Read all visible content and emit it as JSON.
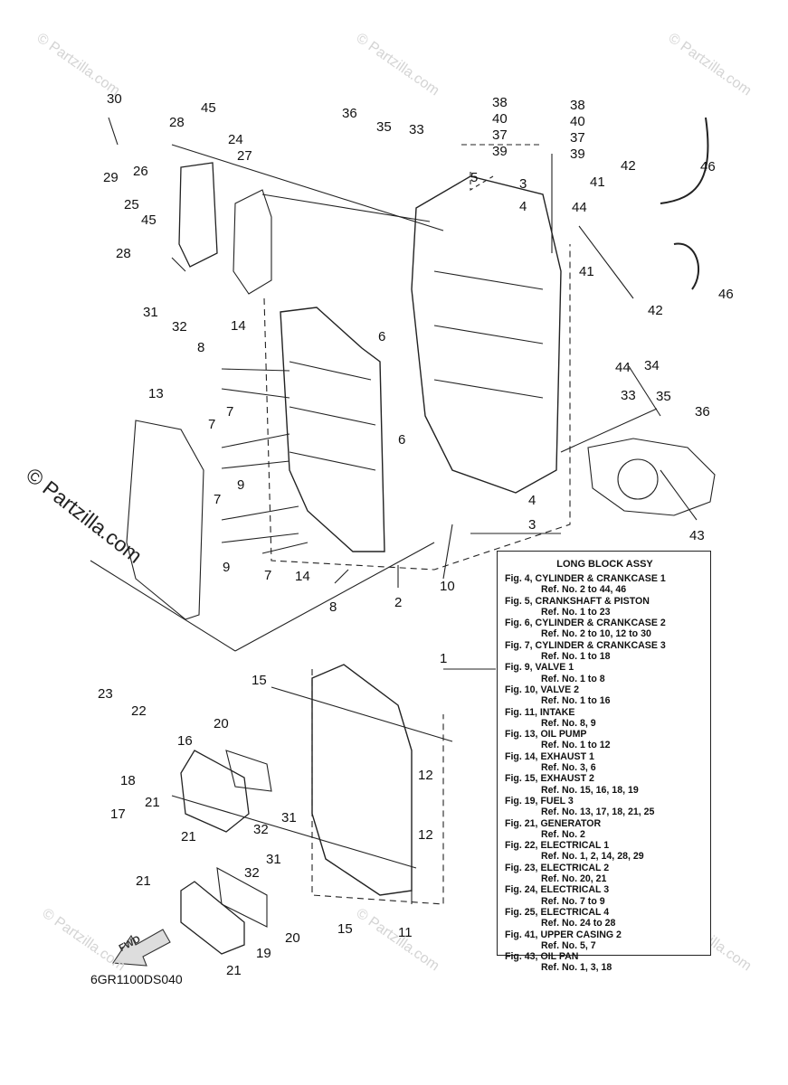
{
  "watermark": "© Partzilla.com",
  "diagram_code": "6GR1100DS040",
  "fwd_label": "FWD",
  "callouts": [
    "30",
    "45",
    "28",
    "24",
    "27",
    "36",
    "35",
    "33",
    "38",
    "40",
    "37",
    "39",
    "38",
    "40",
    "37",
    "39",
    "29",
    "26",
    "25",
    "45",
    "5",
    "3",
    "4",
    "44",
    "42",
    "46",
    "41",
    "28",
    "41",
    "46",
    "42",
    "31",
    "32",
    "14",
    "6",
    "8",
    "34",
    "44",
    "7",
    "33",
    "35",
    "36",
    "13",
    "6",
    "7",
    "9",
    "4",
    "3",
    "43",
    "7",
    "9",
    "7",
    "14",
    "10",
    "8",
    "2",
    "1",
    "15",
    "23",
    "22",
    "20",
    "16",
    "18",
    "17",
    "21",
    "21",
    "12",
    "32",
    "31",
    "12",
    "21",
    "32",
    "31",
    "20",
    "15",
    "11",
    "19",
    "21"
  ],
  "reference_box": {
    "title": "LONG BLOCK ASSY",
    "entries": [
      {
        "fig": "Fig. 4, CYLINDER & CRANKCASE 1",
        "ref": "Ref. No. 2 to 44, 46"
      },
      {
        "fig": "Fig. 5, CRANKSHAFT & PISTON",
        "ref": "Ref. No. 1 to 23"
      },
      {
        "fig": "Fig. 6, CYLINDER & CRANKCASE 2",
        "ref": "Ref. No. 2 to 10, 12 to 30"
      },
      {
        "fig": "Fig. 7, CYLINDER & CRANKCASE 3",
        "ref": "Ref. No. 1 to 18"
      },
      {
        "fig": "Fig. 9, VALVE 1",
        "ref": "Ref. No. 1 to 8"
      },
      {
        "fig": "Fig. 10, VALVE 2",
        "ref": "Ref. No. 1 to 16"
      },
      {
        "fig": "Fig. 11, INTAKE",
        "ref": "Ref. No. 8, 9"
      },
      {
        "fig": "Fig. 13, OIL PUMP",
        "ref": "Ref. No. 1 to 12"
      },
      {
        "fig": "Fig. 14, EXHAUST 1",
        "ref": "Ref. No. 3, 6"
      },
      {
        "fig": "Fig. 15, EXHAUST 2",
        "ref": "Ref. No. 15, 16, 18, 19"
      },
      {
        "fig": "Fig. 19, FUEL 3",
        "ref": "Ref. No. 13, 17, 18, 21, 25"
      },
      {
        "fig": "Fig. 21, GENERATOR",
        "ref": "Ref. No. 2"
      },
      {
        "fig": "Fig. 22, ELECTRICAL 1",
        "ref": "Ref. No. 1, 2, 14, 28, 29"
      },
      {
        "fig": "Fig. 23, ELECTRICAL 2",
        "ref": "Ref. No. 20, 21"
      },
      {
        "fig": "Fig. 24, ELECTRICAL 3",
        "ref": "Ref. No. 7 to 9"
      },
      {
        "fig": "Fig. 25, ELECTRICAL 4",
        "ref": "Ref. No. 24 to 28"
      },
      {
        "fig": "Fig. 41, UPPER CASING 2",
        "ref": "Ref. No. 5, 7"
      },
      {
        "fig": "Fig. 43, OIL PAN",
        "ref": "Ref. No. 1, 3, 18"
      }
    ]
  }
}
